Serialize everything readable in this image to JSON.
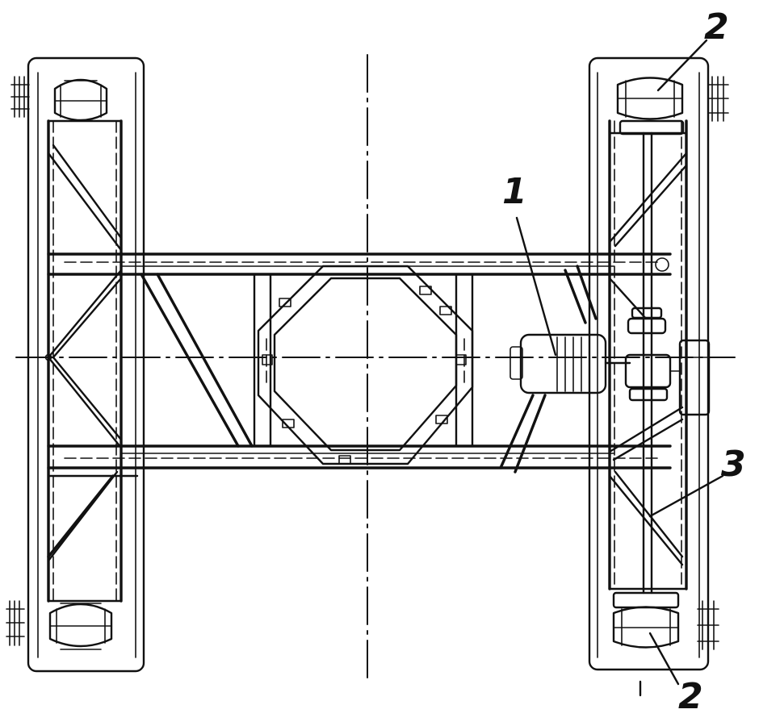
{
  "figure": {
    "callouts": {
      "motor": "1",
      "wheel_top": "2",
      "wheel_bottom": "2",
      "shaft": "3"
    }
  }
}
